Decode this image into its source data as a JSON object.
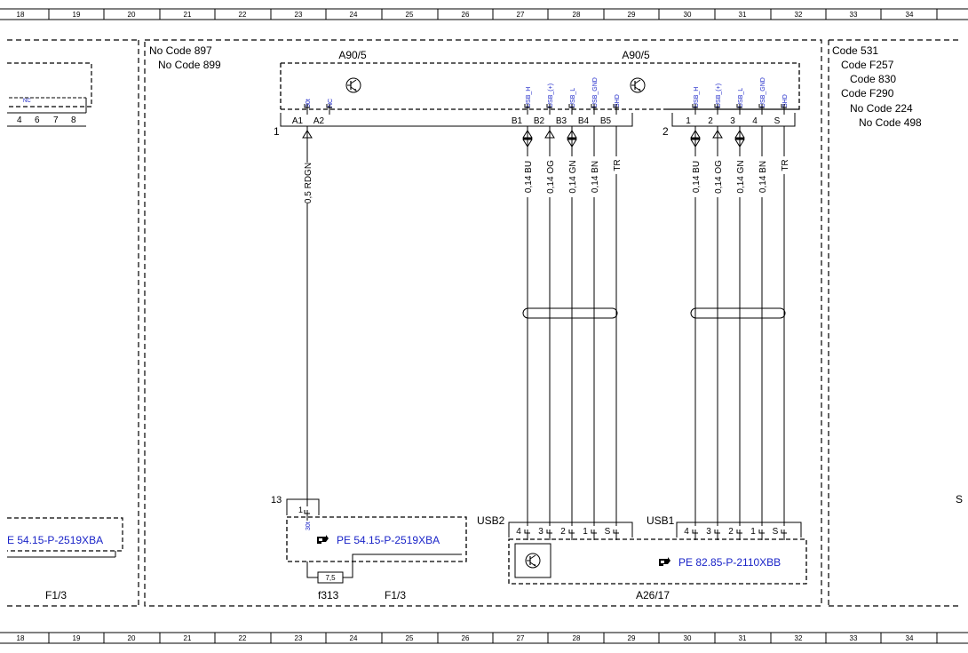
{
  "grid_columns": [
    "18",
    "19",
    "20",
    "21",
    "22",
    "23",
    "24",
    "25",
    "26",
    "27",
    "28",
    "29",
    "30",
    "31",
    "32",
    "33",
    "34"
  ],
  "left_panel": {
    "nc_label": "NC",
    "pins": [
      "4",
      "6",
      "7",
      "8"
    ],
    "ref_link": "E 54.15-P-2519XBA",
    "location": "F1/3"
  },
  "center_panel": {
    "codes": [
      "No Code 897",
      "No Code 899"
    ],
    "component_labels": [
      "A90/5",
      "A90/5"
    ],
    "connector1": {
      "number": "1",
      "pins": [
        "A1",
        "A2",
        "B1",
        "B2",
        "B3",
        "B4",
        "B5"
      ],
      "signals": [
        "30t",
        "NC",
        "USB_H",
        "USB_(+)",
        "USB_L",
        "USB_GND",
        "SHD"
      ]
    },
    "connector2": {
      "number": "2",
      "pins": [
        "1",
        "2",
        "3",
        "4",
        "S"
      ],
      "signals": [
        "USB_H",
        "USB_(+)",
        "USB_L",
        "USB_GND",
        "SHD"
      ]
    },
    "wires1": [
      "0,5 RDGN",
      "0,14 BU",
      "0,14 OG",
      "0,14 GN",
      "0,14 BN",
      "TR"
    ],
    "wires2": [
      "0,14 BU",
      "0,14 OG",
      "0,14 GN",
      "0,14 BN",
      "TR"
    ],
    "fuse_connector_number": "13",
    "fuse_pin": "1",
    "fuse_signal": "30t",
    "fuse_ref_link": "PE 54.15-P-2519XBA",
    "fuse_value": "7,5",
    "fuse_name": "f313",
    "fuse_location": "F1/3",
    "usb2_label": "USB2",
    "usb2_pins": [
      "4",
      "3",
      "2",
      "1",
      "S"
    ],
    "usb1_label": "USB1",
    "usb1_pins": [
      "4",
      "3",
      "2",
      "1",
      "S"
    ],
    "usb_ref_link": "PE 82.85-P-2110XBB",
    "usb_component": "A26/17"
  },
  "right_panel": {
    "codes": [
      "Code 531",
      "Code F257",
      "Code 830",
      "Code F290",
      "No Code 224",
      "No Code 498"
    ],
    "edge_char": "S"
  },
  "colors": {
    "line": "#000000",
    "signal_text": "#1a24c8"
  }
}
